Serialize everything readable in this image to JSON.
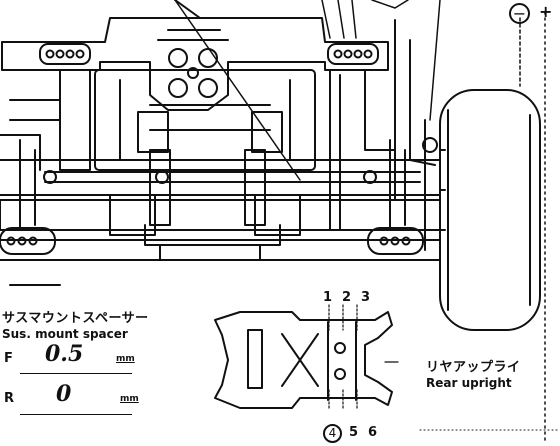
{
  "spacer_label": {
    "jp": "サスマウントスペーサー",
    "en": "Sus. mount spacer"
  },
  "front": {
    "letter": "F",
    "value": "0.5",
    "unit": "mm"
  },
  "rear": {
    "letter": "R",
    "value": "0",
    "unit": "mm"
  },
  "upright_label": {
    "jp": "リヤアップライ",
    "en": "Rear upright"
  },
  "top_holes": [
    "1",
    "2",
    "3"
  ],
  "bottom_holes": [
    "4",
    "5",
    "6"
  ],
  "selected_hole": "4",
  "polarity": {
    "minus": "−",
    "plus": "+"
  }
}
